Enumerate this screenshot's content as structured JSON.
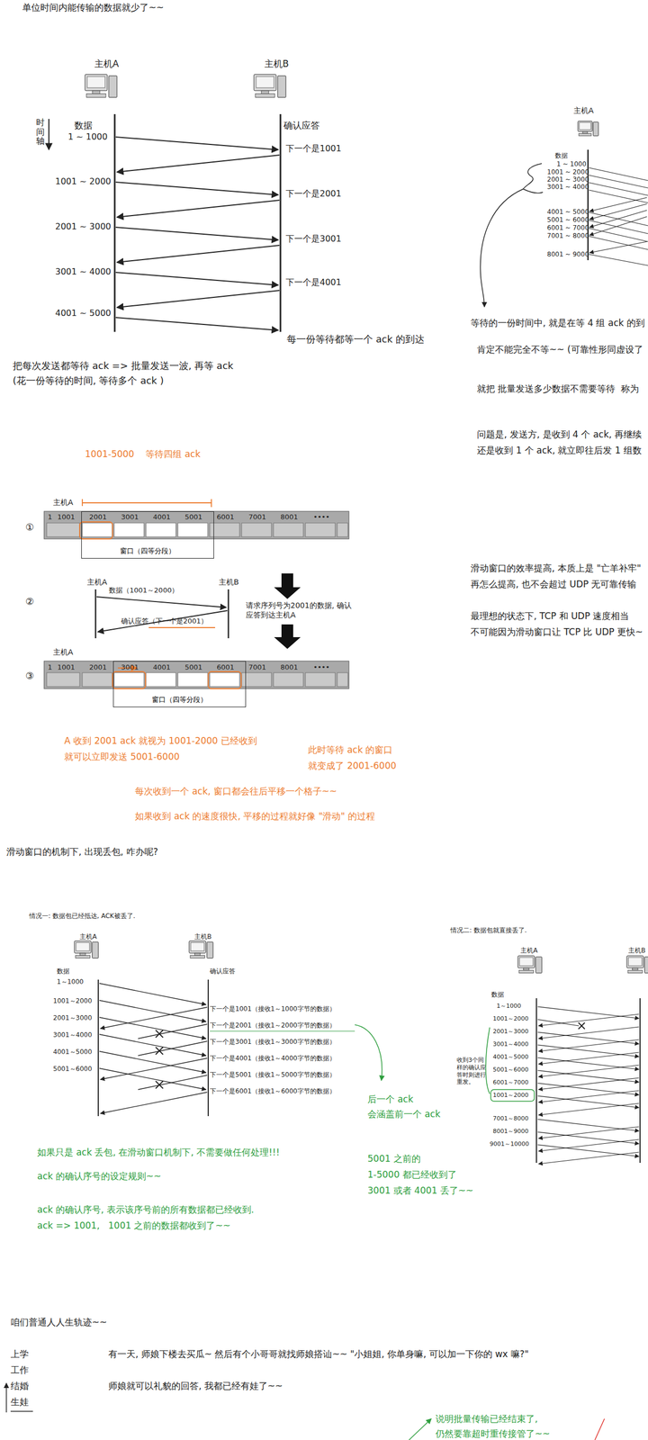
{
  "diagram": {
    "nodes": [
      {
        "text": [
          "窗口（四等分段）"
        ]
      },
      {
        "text": [
          "窗口（四等分段）"
        ]
      }
    ],
    "labels": [
      "单位时间内能传输的数据就少了~~",
      "主机A",
      "主机B",
      "时间轴",
      "数据",
      "确认应答",
      "1 ~ 1000",
      "1001 ~ 2000",
      "2001 ~ 3000",
      "3001 ~ 4000",
      "4001 ~ 5000",
      "下一个是1001",
      "下一个是2001",
      "下一个是3001",
      "下一个是4001",
      "每一份等待都等一个 ack 的到达",
      "把每次发送都等待 ack => 批量发送一波, 再等 ack",
      "(花一份等待的时间, 等待多个 ack )",
      "主机A",
      "数据",
      "1 ~ 1000",
      "1001 ~ 2000",
      "2001 ~ 3000",
      "3001 ~ 4000",
      "4001 ~ 5000",
      "5001 ~ 6000",
      "6001 ~ 7000",
      "7001 ~ 8000",
      "8001 ~ 9000",
      "等待的一份时间中, 就是在等 4 组 ack 的到",
      "肯定不能完全不等~~ (可靠性形同虚设了",
      "就把 批量发送多少数据不需要等待  称为",
      "问题是, 发送方, 是收到 4 个 ack, 再继续",
      "还是收到 1 个 ack, 就立即往后发 1 组数",
      "滑动窗口的效率提高, 本质上是 \"亡羊补牢\"",
      "再怎么提高, 也不会超过 UDP 无可靠传输",
      "最理想的状态下, TCP 和 UDP 速度相当",
      "不可能因为滑动窗口让 TCP 比 UDP 更快~",
      "1001-5000    等待四组 ack",
      "主机A",
      "①",
      "1",
      "1001",
      "2001",
      "3001",
      "4001",
      "5001",
      "6001",
      "7001",
      "8001",
      "••••",
      "主机A",
      "②",
      "主机B",
      "数据（1001～2000）",
      "确认应答（下一个是2001）",
      "请求序列号为2001的数据, 确认应答到达主机A",
      "③",
      "主机A",
      "1",
      "1001",
      "2001",
      "3001",
      "4001",
      "5001",
      "6001",
      "7001",
      "8001",
      "••••",
      "A 收到 2001 ack 就视为 1001-2000 已经收到",
      "就可以立即发送 5001-6000",
      "此时等待 ack 的窗口",
      "就变成了 2001-6000",
      "每次收到一个 ack, 窗口都会往后平移一个格子~~",
      "如果收到 ack 的速度很快, 平移的过程就好像 \"滑动\" 的过程",
      "滑动窗口的机制下, 出现丢包, 咋办呢?",
      "情况一: 数据包已经抵达, ACK被丢了.",
      "主机A",
      "主机B",
      "数据",
      "1～1000",
      "1001～2000",
      "2001～3000",
      "3001～4000",
      "4001～5000",
      "5001～6000",
      "确认应答",
      "下一个是1001（接收1～1000字节的数据）",
      "下一个是2001（接收1～2000字节的数据）",
      "下一个是3001（接收1～3000字节的数据）",
      "下一个是4001（接收1～4000字节的数据）",
      "下一个是5001（接收1～5000字节的数据）",
      "下一个是6001（接收1～6000字节的数据）",
      "后一个 ack",
      "会涵盖前一个 ack",
      "如果只是 ack 丢包, 在滑动窗口机制下, 不需要做任何处理!!!",
      "ack 的确认序号的设定规则~~",
      "ack 的确认序号, 表示该序号前的所有数据都已经收到.",
      "ack => 1001,   1001 之前的数据都收到了~~",
      "5001 之前的",
      "1-5000 都已经收到了",
      "3001 或者 4001 丢了~~",
      "情况二: 数据包就直接丢了.",
      "主机A",
      "主机B",
      "数据",
      "1～1000",
      "1001～2000",
      "2001～3000",
      "3001～4000",
      "4001～5000",
      "5001～6000",
      "6001～7000",
      "1001～2000",
      "收到3个同样的确认应答时则进行重发。",
      "7001～8000",
      "8001～9000",
      "9001～10000",
      "咱们普通人人生轨迹~~",
      "上学",
      "工作",
      "结婚",
      "生娃",
      "有一天, 师娘下楼去买瓜~ 然后有个小哥哥就找师娘搭讪~~ \"小姐姐, 你单身嘛, 可以加一下你的 wx 嘛?\"",
      "师娘就可以礼貌的回答, 我都已经有娃了~~",
      "说明批量传输已经结束了,",
      "仍然要靠超时重传接管了~~"
    ]
  }
}
